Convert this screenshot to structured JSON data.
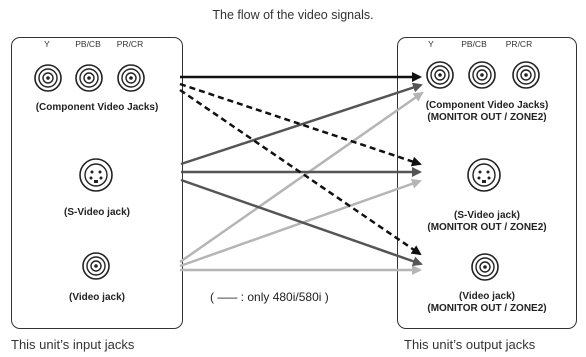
{
  "diagram": {
    "title": "The flow of the video signals.",
    "legend": "( ‒‒‒ : only 480i/580i )",
    "input_panel": {
      "jack_labels": [
        "Y",
        "PB/CB",
        "PR/CR"
      ],
      "component_caption": "(Component Video Jacks)",
      "svideo_caption": "(S-Video jack)",
      "video_caption": "(Video jack)",
      "footer": "This unit’s input jacks"
    },
    "output_panel": {
      "jack_labels": [
        "Y",
        "PB/CB",
        "PR/CR"
      ],
      "component_caption_1": "(Component Video Jacks)",
      "component_caption_2": "(MONITOR OUT / ZONE2)",
      "svideo_caption_1": "(S-Video jack)",
      "svideo_caption_2": "(MONITOR OUT / ZONE2)",
      "video_caption_1": "(Video jack)",
      "video_caption_2": "(MONITOR OUT / ZONE2)",
      "footer": "This unit’s output jacks"
    },
    "colors": {
      "component_line": "#111111",
      "svideo_line": "#555555",
      "video_line": "#b5b5b5"
    }
  }
}
